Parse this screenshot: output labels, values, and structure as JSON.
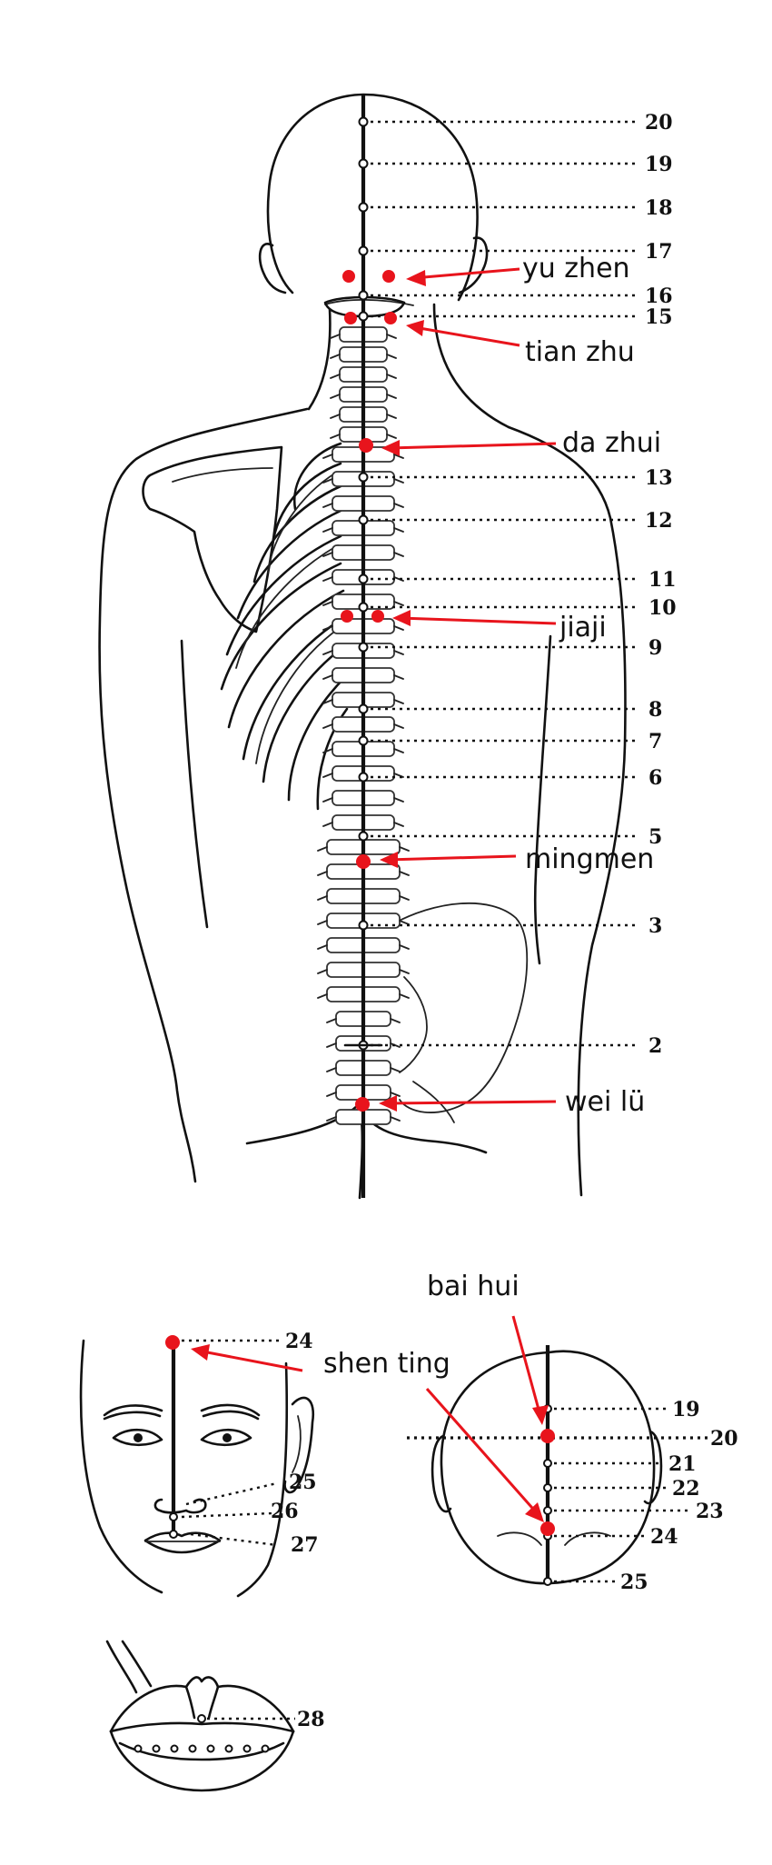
{
  "points": [
    {
      "id": "yu-zhen",
      "label": "yu zhen"
    },
    {
      "id": "tian-zhu",
      "label": "tian zhu"
    },
    {
      "id": "da-zhui",
      "label": "da zhui"
    },
    {
      "id": "jiaji",
      "label": "jiaji"
    },
    {
      "id": "mingmen",
      "label": "mingmen"
    },
    {
      "id": "wei-lu",
      "label": "wei lü"
    },
    {
      "id": "bai-hui",
      "label": "bai hui"
    },
    {
      "id": "shen-ting",
      "label": "shen ting"
    }
  ],
  "back_numbers": [
    "20",
    "19",
    "18",
    "17",
    "16",
    "15",
    "13",
    "12",
    "11",
    "10",
    "9",
    "8",
    "7",
    "6",
    "5",
    "3",
    "2"
  ],
  "face_numbers": [
    "24",
    "25",
    "26",
    "27"
  ],
  "head_top_numbers": [
    "19",
    "20",
    "21",
    "22",
    "23",
    "24",
    "25"
  ],
  "mouth_numbers": [
    "28"
  ],
  "colors": {
    "point": "#e8141c",
    "ink": "#111111"
  }
}
